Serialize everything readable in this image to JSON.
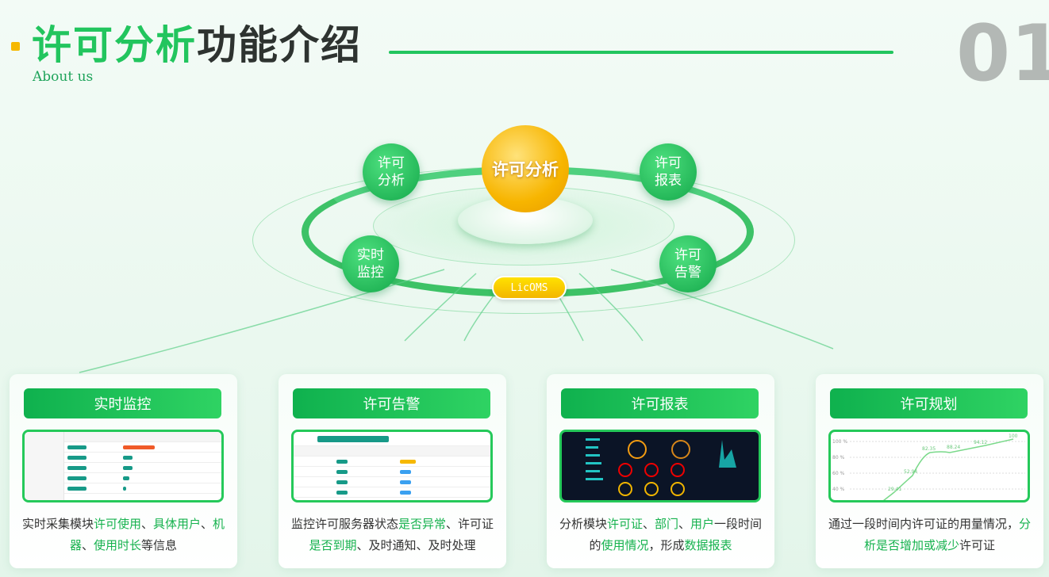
{
  "header": {
    "title_highlight": "许可分析",
    "title_rest": "功能介绍",
    "subtitle": "About us",
    "number": "01"
  },
  "colors": {
    "accent": "#22c55e",
    "orb": "#f7b500",
    "number": "#b3b8b5"
  },
  "diagram": {
    "center": "许可分析",
    "badge": "LicOMS",
    "nodes": [
      {
        "label": "许可\n分析"
      },
      {
        "label": "许可\n报表"
      },
      {
        "label": "实时\n监控"
      },
      {
        "label": "许可\n告警"
      }
    ]
  },
  "cards": [
    {
      "title": "实时监控",
      "desc": [
        [
          "实时采集模块",
          0
        ],
        [
          "许可使用",
          1
        ],
        [
          "、",
          0
        ],
        [
          "具体用户",
          1
        ],
        [
          "、",
          0
        ],
        [
          "机器",
          1
        ],
        [
          "、",
          0
        ],
        [
          "使用时长",
          1
        ],
        [
          "等信息",
          0
        ]
      ]
    },
    {
      "title": "许可告警",
      "desc": [
        [
          "监控许可服务器状态",
          0
        ],
        [
          "是否异常",
          1
        ],
        [
          "、许可证",
          0
        ],
        [
          "是否到期",
          1
        ],
        [
          "、及时通知、及时处理",
          0
        ]
      ]
    },
    {
      "title": "许可报表",
      "desc": [
        [
          "分析模块",
          0
        ],
        [
          "许可证",
          1
        ],
        [
          "、",
          0
        ],
        [
          "部门",
          1
        ],
        [
          "、",
          0
        ],
        [
          "用户",
          1
        ],
        [
          "一段时间的",
          0
        ],
        [
          "使用情况",
          1
        ],
        [
          "，形成",
          0
        ],
        [
          "数据报表",
          1
        ]
      ]
    },
    {
      "title": "许可规划",
      "desc": [
        [
          "通过一段时间内许可证的用量情况，",
          0
        ],
        [
          "分析是否增加或减少",
          1
        ],
        [
          "许可证",
          0
        ]
      ]
    }
  ],
  "plan_chart": {
    "yticks": [
      "100 %",
      "80 %",
      "60 %",
      "40 %"
    ],
    "point_labels": [
      "29.41",
      "52.94",
      "82.35",
      "88.24",
      "94.12",
      "100"
    ]
  }
}
